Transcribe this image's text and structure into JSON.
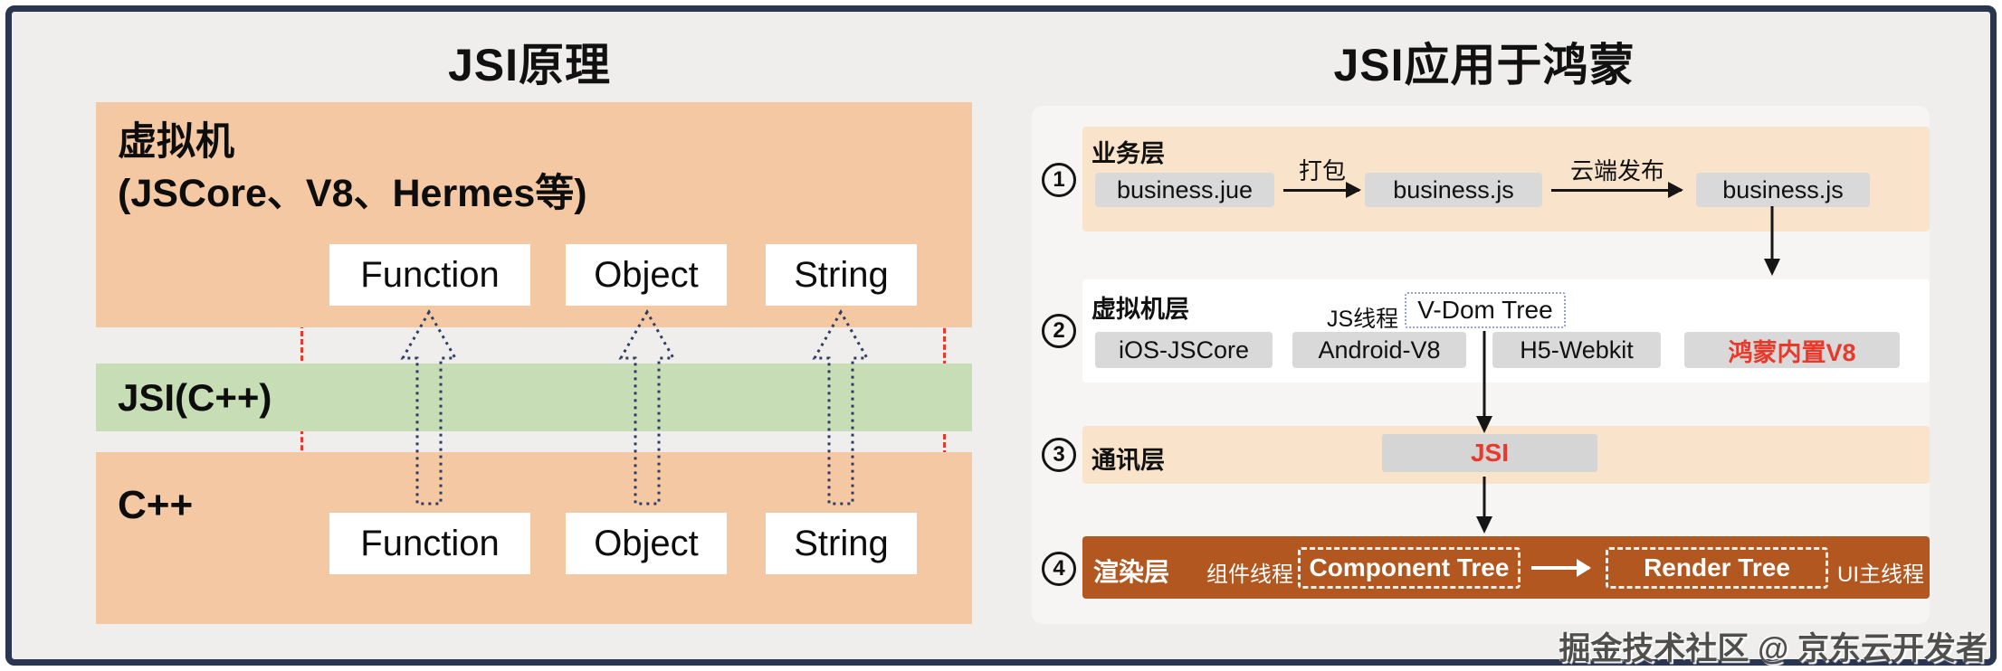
{
  "colors": {
    "peach": "#f3c8a3",
    "peachlight": "#f9e3ca",
    "green": "#c7ddb6",
    "brown": "#b2571f",
    "red": "#e8392b",
    "navy": "#2e3c63",
    "graybox": "#d9d9d9",
    "frame": "#2a3550",
    "pagebg": "#efeeec"
  },
  "left": {
    "title": "JSI原理",
    "vm": {
      "line1": "虚拟机",
      "line2": "(JSCore、V8、Hermes等)"
    },
    "boxes_top": [
      "Function",
      "Object",
      "String"
    ],
    "jsi_label": "JSI(C++)",
    "cpp_label": "C++",
    "boxes_bottom": [
      "Function",
      "Object",
      "String"
    ]
  },
  "right": {
    "title": "JSI应用于鸿蒙",
    "layer1": {
      "num": "1",
      "label": "业务层",
      "box1": "business.jue",
      "arrow1": "打包",
      "box2": "business.js",
      "arrow2": "云端发布",
      "box3": "business.js"
    },
    "layer2": {
      "num": "2",
      "label": "虚拟机层",
      "thread": "JS线程",
      "vdom": "V-Dom Tree",
      "engines": [
        "iOS-JSCore",
        "Android-V8",
        "H5-Webkit",
        "鸿蒙内置V8"
      ]
    },
    "layer3": {
      "num": "3",
      "label": "通讯层",
      "box": "JSI"
    },
    "layer4": {
      "num": "4",
      "label": "渲染层",
      "thread1": "组件线程",
      "box1": "Component Tree",
      "box2": "Render Tree",
      "thread2": "UI主线程"
    }
  },
  "watermark": "掘金技术社区 @ 京东云开发者"
}
